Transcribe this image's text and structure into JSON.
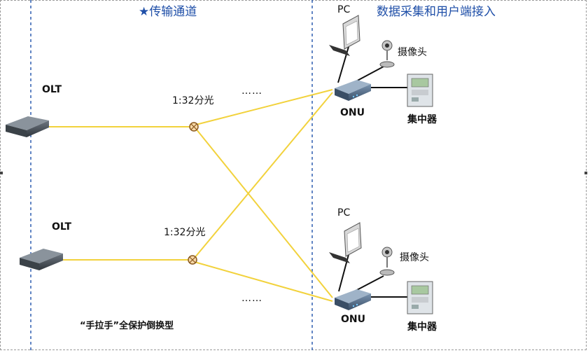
{
  "headers": {
    "channel": "★传输通道",
    "access": "数据采集和用户端接入"
  },
  "olt_top": {
    "label": "OLT"
  },
  "olt_bottom": {
    "label": "OLT"
  },
  "splitter_top": {
    "label": "1:32分光"
  },
  "splitter_bottom": {
    "label": "1:32分光"
  },
  "ellipsis_top": "……",
  "ellipsis_bottom": "……",
  "site_top": {
    "pc": "PC",
    "camera": "摄像头",
    "onu": "ONU",
    "concentrator": "集中器"
  },
  "site_bottom": {
    "pc": "PC",
    "camera": "摄像头",
    "onu": "ONU",
    "concentrator": "集中器"
  },
  "caption": "“手拉手”全保护倒换型",
  "colors": {
    "fiber": "#f2d23c",
    "divider": "#2f5fb0",
    "header": "#1f4fa8"
  }
}
